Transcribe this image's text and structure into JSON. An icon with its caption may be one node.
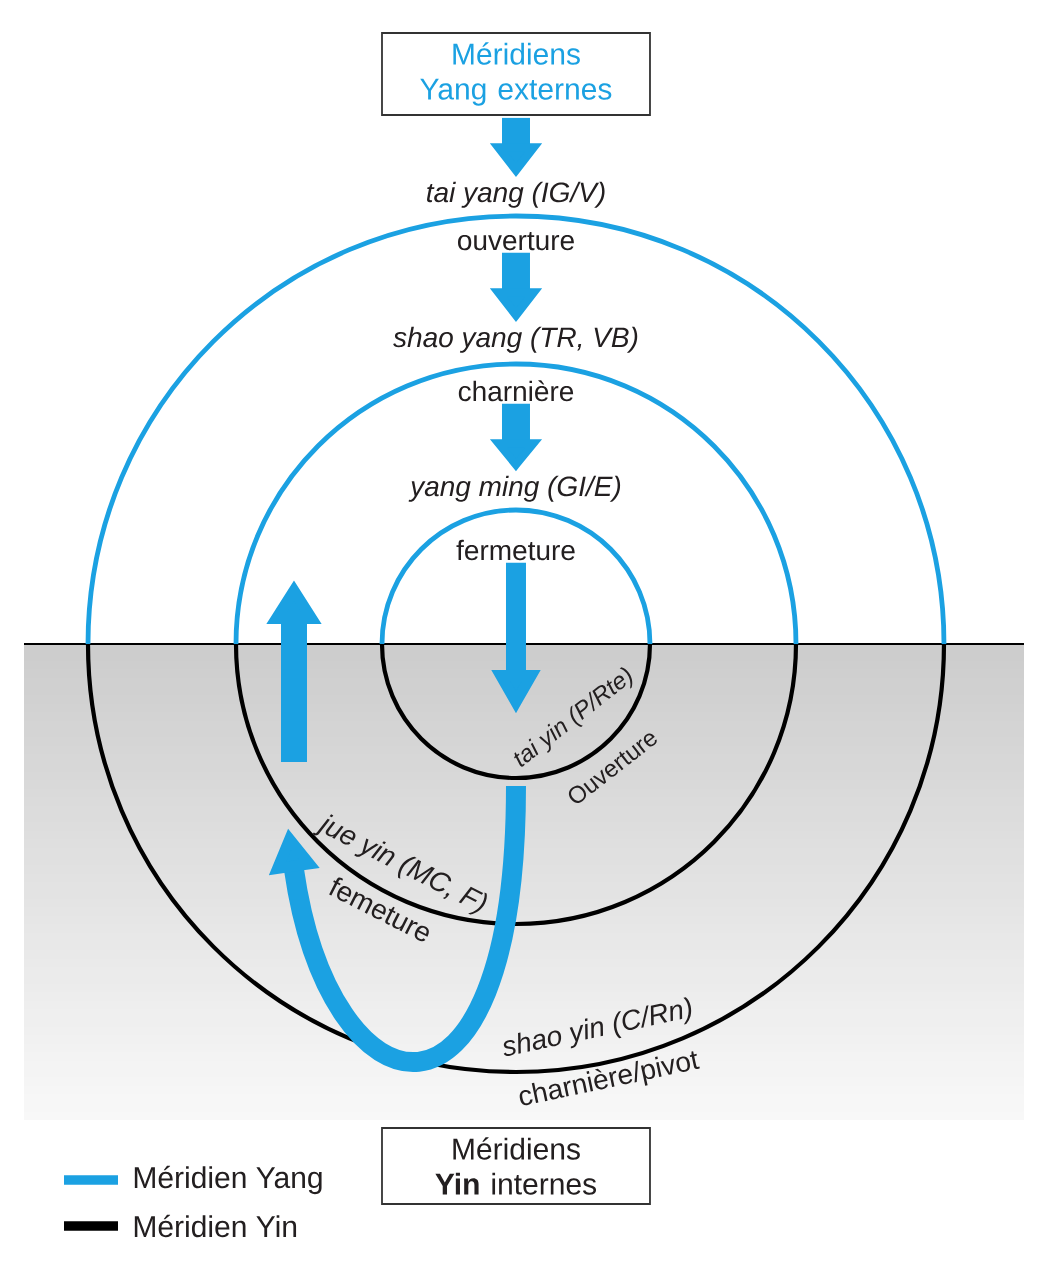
{
  "diagram": {
    "nodes": [
      {
        "text": [
          "Méridiens Yang externes"
        ]
      },
      {
        "text": [
          "tai yang (IG/V)",
          "ouverture"
        ]
      },
      {
        "text": [
          "shao yang (TR, VB)",
          "charnière"
        ]
      },
      {
        "text": [
          "yang ming (GI/E)",
          "fermeture"
        ]
      },
      {
        "text": [
          "tai yin (P/Rte)",
          "Ouverture"
        ]
      },
      {
        "text": [
          "jue yin (MC, F)",
          "femeture"
        ]
      },
      {
        "text": [
          "shao yin (C/Rn)",
          "charnière/pivot"
        ]
      },
      {
        "text": [
          "Méridiens **Yin** internes"
        ]
      }
    ],
    "edges": [
      {
        "from": 0,
        "to": 1,
        "arrow": "to"
      },
      {
        "from": 1,
        "to": 2,
        "arrow": "to"
      },
      {
        "from": 2,
        "to": 3,
        "arrow": "to"
      },
      {
        "from": 3,
        "to": 4,
        "arrow": "to"
      },
      {
        "from": 4,
        "to": 5,
        "arrow": "to"
      }
    ],
    "legend": [
      {
        "text": "Méridien Yang",
        "color": "#1ba1e2"
      },
      {
        "text": "Méridien Yin",
        "color": "#000000"
      }
    ]
  }
}
